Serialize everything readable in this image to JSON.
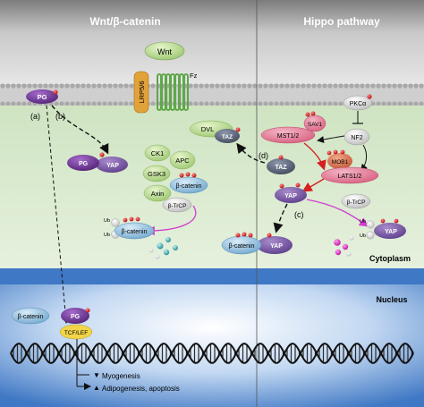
{
  "headers": {
    "left": "Wnt/β-catenin",
    "right": "Hippo pathway"
  },
  "compartments": {
    "cytoplasm": "Cytoplasm",
    "nucleus": "Nucleus"
  },
  "receptors": {
    "wnt": "Wnt",
    "lrp": "LRP5/6",
    "fz": "Fz"
  },
  "proteins": {
    "pg": "PG",
    "yap": "YAP",
    "taz": "TAZ",
    "dvl": "DVL",
    "ck1": "CK1",
    "apc": "APC",
    "gsk3": "GSK3",
    "axin": "Axin",
    "beta_catenin": "β-catenin",
    "btrcp": "β-TrCP",
    "ub": "Ub",
    "pkca": "PKCα",
    "nf2": "NF2",
    "sav1": "SAV1",
    "mst": "MST1/2",
    "mob1": "MOB1",
    "lats": "LATS1/2",
    "tcf_lef": "TCF/LEF"
  },
  "markers": {
    "a": "(a)",
    "b": "(b)",
    "c": "(c)",
    "d": "(d)"
  },
  "outcomes": {
    "myogenesis": "Myogenesis",
    "adipogenesis": "Adipogenesis, apoptosis"
  },
  "colors": {
    "pg": "#6a2f8f",
    "yap": "#7a55a8",
    "taz": "#5a6478",
    "mst": "#e0728c",
    "phospho": "#d42020",
    "cytoplasm": "#dcebd2",
    "nucleus": "#5b8fd0"
  }
}
